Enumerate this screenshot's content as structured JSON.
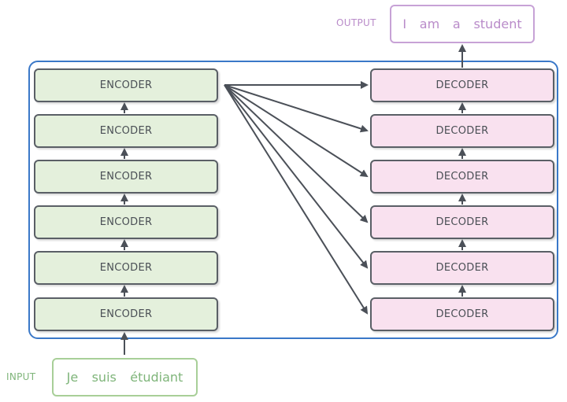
{
  "encoders": [
    "ENCODER",
    "ENCODER",
    "ENCODER",
    "ENCODER",
    "ENCODER",
    "ENCODER"
  ],
  "decoders": [
    "DECODER",
    "DECODER",
    "DECODER",
    "DECODER",
    "DECODER",
    "DECODER"
  ],
  "input": {
    "label": "INPUT",
    "words": [
      "Je",
      "suis",
      "étudiant"
    ]
  },
  "output": {
    "label": "OUTPUT",
    "words": [
      "I",
      "am",
      "a",
      "student"
    ]
  },
  "colors": {
    "outer_border": "#3a78c8",
    "encoder_fill": "#e4f0dc",
    "decoder_fill": "#f9e1ef",
    "block_border": "#5a5f66",
    "input_text": "#7fb57a",
    "output_text": "#b98bc9"
  }
}
